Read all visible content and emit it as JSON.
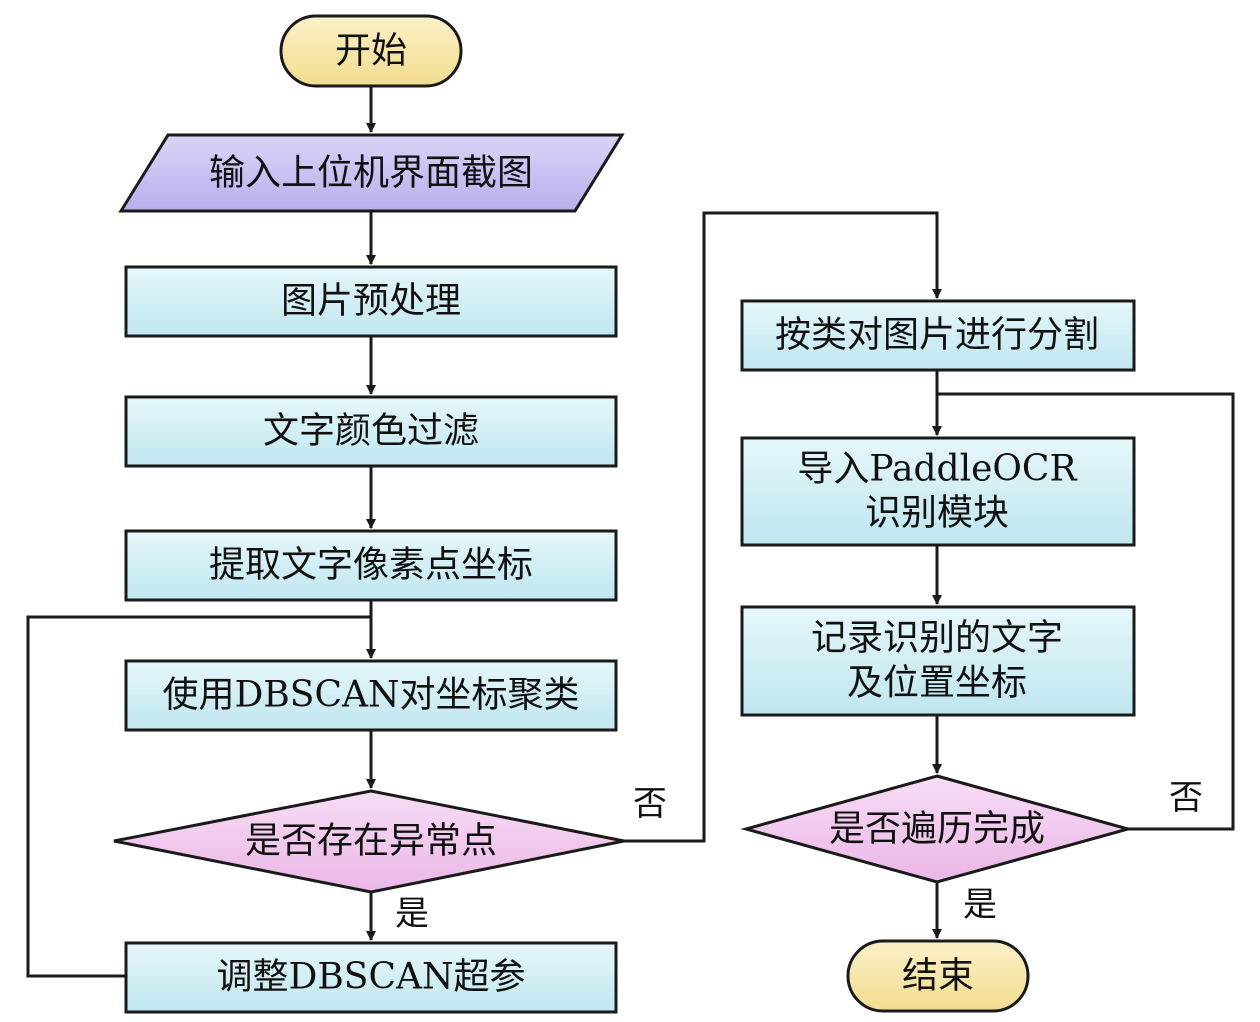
{
  "nodes": {
    "start": "开始",
    "input": "输入上位机界面截图",
    "preprocess": "图片预处理",
    "color_filter": "文字颜色过滤",
    "extract_coords": "提取文字像素点坐标",
    "dbscan_cluster": "使用DBSCAN对坐标聚类",
    "outlier_check": "是否存在异常点",
    "adjust_params": "调整DBSCAN超参",
    "segment": "按类对图片进行分割",
    "ocr_line1": "导入PaddleOCR",
    "ocr_line2": "识别模块",
    "record_line1": "记录识别的文字",
    "record_line2": "及位置坐标",
    "traverse_check": "是否遍历完成",
    "end": "结束"
  },
  "edges": {
    "outlier_yes": "是",
    "outlier_no": "否",
    "traverse_yes": "是",
    "traverse_no": "否"
  },
  "colors": {
    "terminal_fill": "#F7E7A8",
    "io_fill": "#C8C0F2",
    "process_fill": "#D2F0F6",
    "decision_fill": "#F0C8EE",
    "stroke": "#1a1a1a"
  }
}
